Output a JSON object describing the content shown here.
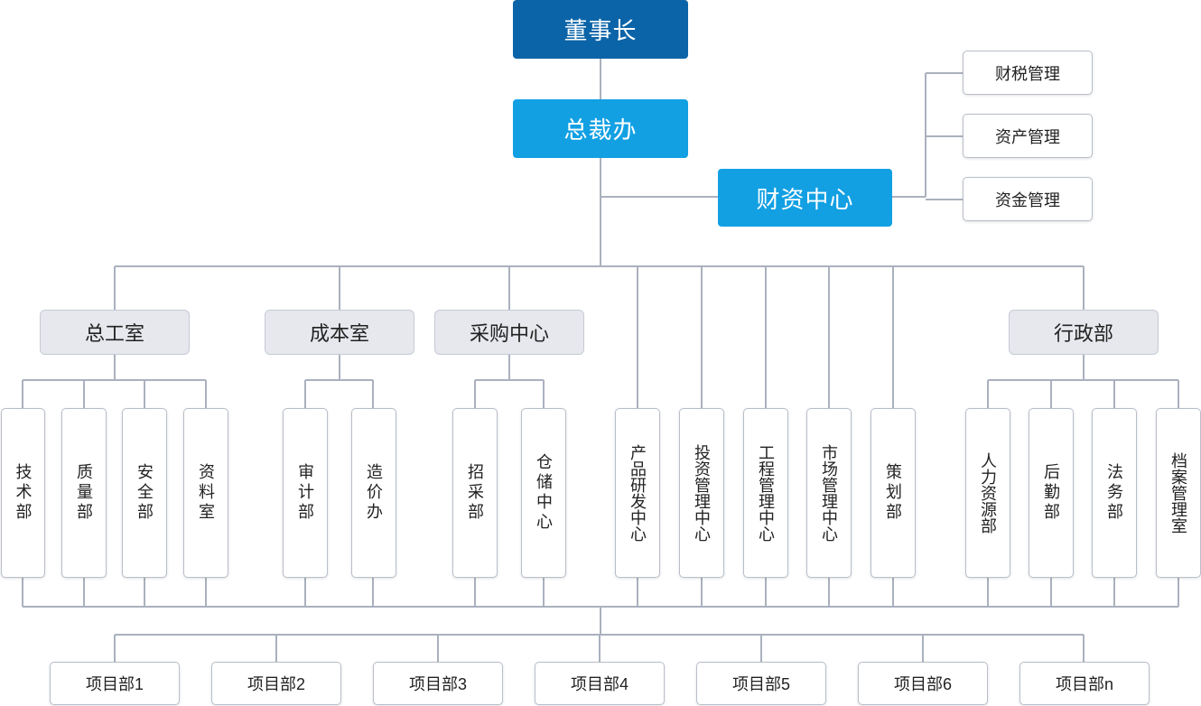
{
  "top": {
    "chairman": "董事长",
    "president_office": "总裁办",
    "finance_center": "财资中心"
  },
  "finance": [
    "财税管理",
    "资产管理",
    "资金管理"
  ],
  "depts": {
    "chief_engineer": "总工室",
    "cost": "成本室",
    "procurement": "采购中心",
    "admin": "行政部"
  },
  "units": {
    "tech": "技术部",
    "quality": "质量部",
    "safety": "安全部",
    "docs": "资料室",
    "audit": "审计部",
    "pricing": "造价办",
    "bidding": "招采部",
    "storage": "仓储中心",
    "rnd": "产品研发中心",
    "invest": "投资管理中心",
    "engineering": "工程管理中心",
    "market": "市场管理中心",
    "planning": "策划部",
    "hr": "人力资源部",
    "logistics": "后勤部",
    "legal": "法务部",
    "archives": "档案管理室"
  },
  "projects": [
    "项目部1",
    "项目部2",
    "项目部3",
    "项目部4",
    "项目部5",
    "项目部6",
    "项目部n"
  ],
  "colors": {
    "dark_blue": "#0b64a8",
    "light_blue": "#12a0e3",
    "dept_gray": "#e6e8ed",
    "line": "#aab1be"
  }
}
